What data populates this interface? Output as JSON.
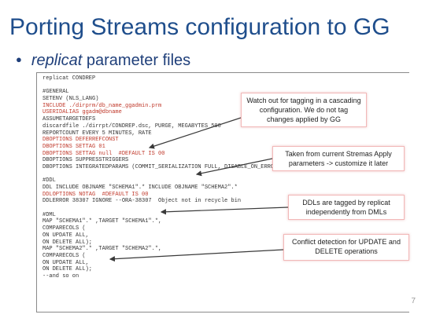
{
  "slide": {
    "title": "Porting Streams configuration to GG",
    "bullet_italic": "replicat",
    "bullet_rest": " parameter files",
    "page_number": "7"
  },
  "code_lines": [
    {
      "text": "replicat CONDREP",
      "red": false
    },
    {
      "text": "",
      "red": false
    },
    {
      "text": "#GENERAL",
      "red": false
    },
    {
      "text": "SETENV (NLS_LANG)",
      "red": false
    },
    {
      "text": "INCLUDE ./dirprm/db_name_ggadmin.prm",
      "red": true
    },
    {
      "text": "USERIDALIAS ggadm@dbname",
      "red": true
    },
    {
      "text": "ASSUMETARGETDEFS",
      "red": false
    },
    {
      "text": "discardfile ./dirrpt/CONDREP.dsc, PURGE, MEGABYTES 500",
      "red": false
    },
    {
      "text": "REPORTCOUNT EVERY 5 MINUTES, RATE",
      "red": false
    },
    {
      "text": "DBOPTIONS DEFERREFCONST",
      "red": true
    },
    {
      "text": "DBOPTIONS SETTAG 01",
      "red": true
    },
    {
      "text": "DBOPTIONS SETTAG null  #DEFAULT IS 00",
      "red": true
    },
    {
      "text": "DBOPTIONS SUPPRESSTRIGGERS",
      "red": false
    },
    {
      "text": "DBOPTIONS INTEGRATEDPARAMS (COMMIT_SERIALIZATION FULL, DISABLE_ON_ERROR Y, PARALLELISM 1",
      "red": false
    },
    {
      "text": "",
      "red": false
    },
    {
      "text": "#DDL",
      "red": false
    },
    {
      "text": "DDL INCLUDE OBJNAME \"SCHEMA1\".* INCLUDE OBJNAME \"SCHEMA2\".*",
      "red": false
    },
    {
      "text": "DDLOPTIONS NOTAG  #DEFAULT IS 00",
      "red": true
    },
    {
      "text": "DDLERROR 38307 IGNORE --ORA-38307  Object not in recycle bin",
      "red": false
    },
    {
      "text": "",
      "red": false
    },
    {
      "text": "#DML",
      "red": false
    },
    {
      "text": "MAP \"SCHEMA1\".* ,TARGET \"SCHEMA1\".*,",
      "red": false
    },
    {
      "text": "COMPARECOLS (",
      "red": false
    },
    {
      "text": "ON UPDATE ALL,",
      "red": false
    },
    {
      "text": "ON DELETE ALL);",
      "red": false
    },
    {
      "text": "MAP \"SCHEMA2\".* ,TARGET \"SCHEMA2\".*,",
      "red": false
    },
    {
      "text": "COMPARECOLS (",
      "red": false
    },
    {
      "text": "ON UPDATE ALL,",
      "red": false
    },
    {
      "text": "ON DELETE ALL);",
      "red": false
    },
    {
      "text": "--and so on",
      "red": false
    }
  ],
  "callouts": {
    "tagging": "Watch out for tagging in a cascading configuration. We do not tag changes applied by GG",
    "streams_apply": "Taken from current Stremas Apply parameters -> customize it later",
    "ddl_tag": "DDLs are tagged by replicat independently from DMLs",
    "conflict": "Conflict detection for UPDATE and DELETE operations"
  },
  "colors": {
    "title": "#1f4e8c",
    "highlight_text": "#c0392b",
    "callout_border": "#f2b8b8"
  }
}
